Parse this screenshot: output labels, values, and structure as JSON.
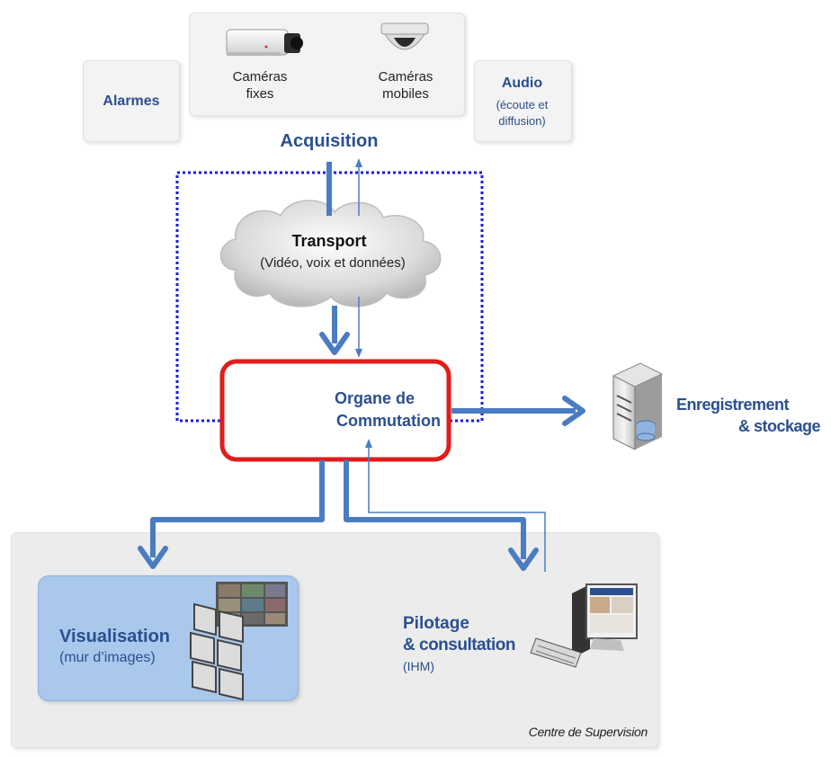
{
  "acquisition": {
    "alarms_label": "Alarmes",
    "fixed_cameras_label": "Caméras fixes",
    "mobile_cameras_label": "Caméras mobiles",
    "audio_title": "Audio",
    "audio_subtitle": "(écoute et diffusion)",
    "section_label": "Acquisition"
  },
  "transport": {
    "title": "Transport",
    "subtitle": "(Vidéo, voix et données)"
  },
  "switching": {
    "label_line1": "Organe de",
    "label_line2": "Commutation"
  },
  "storage": {
    "label_line1": "Enregistrement",
    "label_line2": "& stockage"
  },
  "supervision": {
    "centre_label": "Centre de Supervision",
    "visualisation_title": "Visualisation",
    "visualisation_subtitle": "(mur d’images)",
    "pilotage_line1": "Pilotage",
    "pilotage_line2": "& consultation",
    "pilotage_subtitle": "(IHM)"
  },
  "colors": {
    "arrow_blue": "#4a7cc2",
    "title_blue": "#2b4f8f",
    "switch_red": "#e21b1b",
    "dotted_blue": "#1a1ae6",
    "panel_grey": "#f3f3f3",
    "visualisation_fill": "#a9c8ec"
  }
}
